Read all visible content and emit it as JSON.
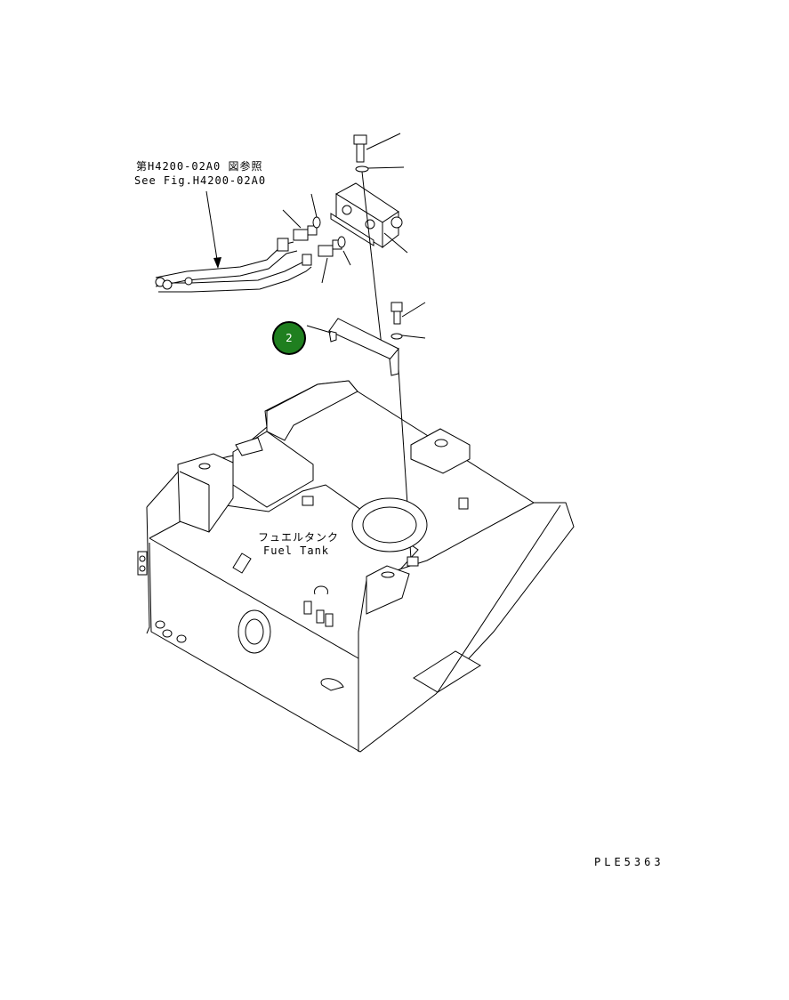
{
  "reference": {
    "japanese": "第H4200-02A0 図参照",
    "english": "See Fig.H4200-02A0"
  },
  "tank_label": {
    "japanese": "フュエルタンク",
    "english": "Fuel Tank"
  },
  "callout": {
    "number": "2",
    "color": "#1f7f1f"
  },
  "drawing_code": "PLE5363"
}
